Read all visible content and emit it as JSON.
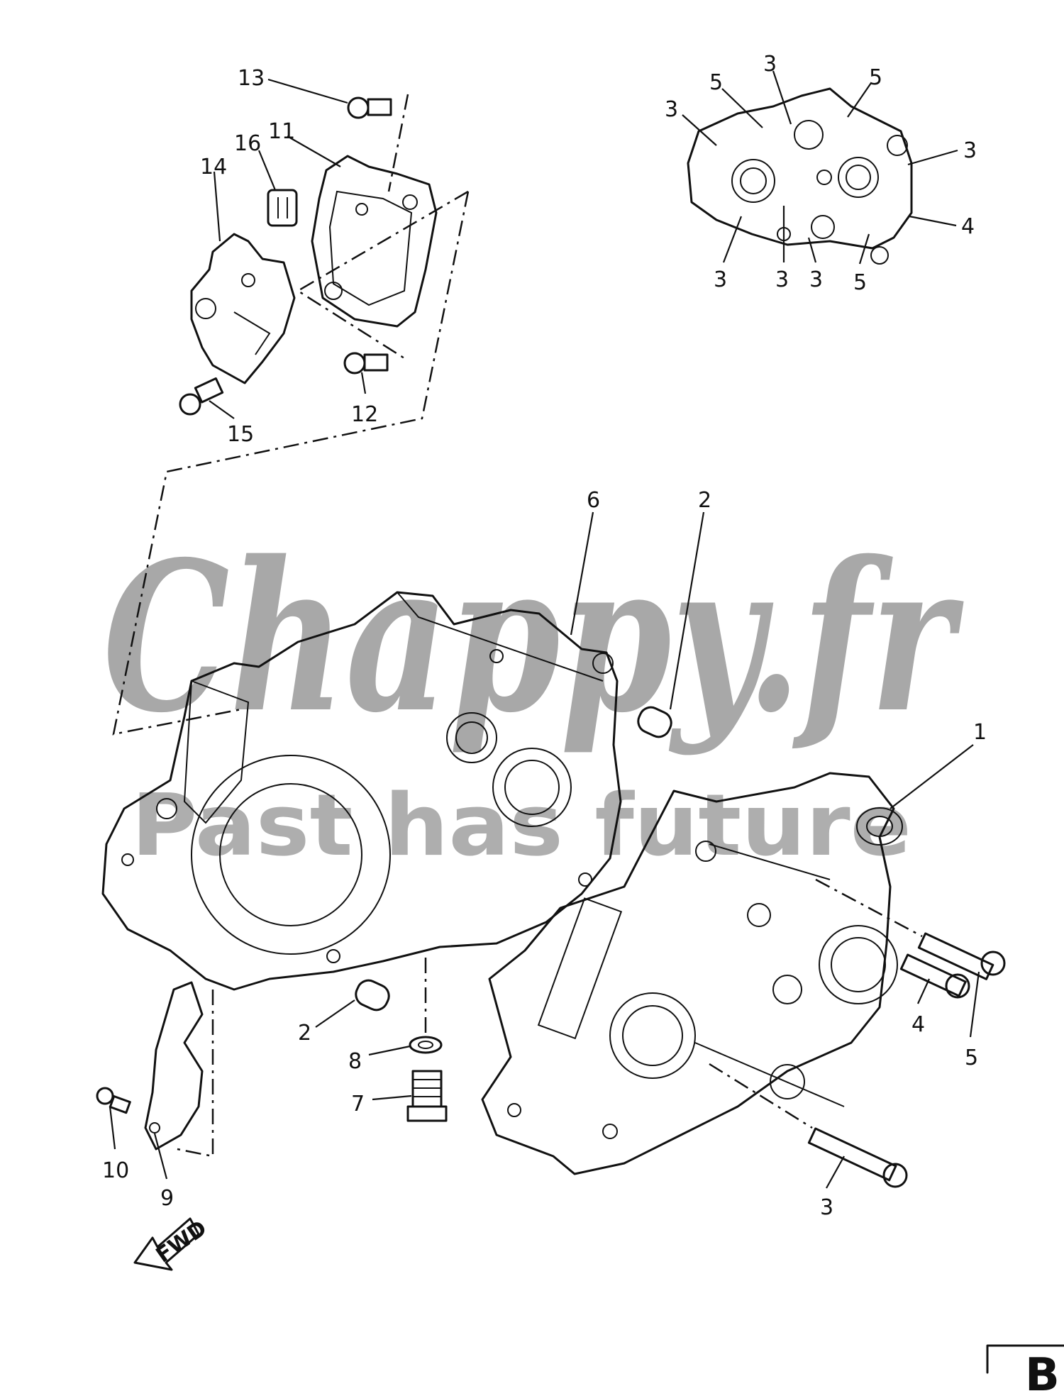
{
  "diagram": {
    "callouts": {
      "c13": "13",
      "c11": "11",
      "c16": "16",
      "c14": "14",
      "c12": "12",
      "c15": "15",
      "i3a": "3",
      "i5a": "5",
      "i5b": "5",
      "i3b": "3",
      "i3c": "3",
      "i4": "4",
      "i3d": "3",
      "i3e": "3",
      "i3f": "3",
      "i5c": "5",
      "c6": "6",
      "c2a": "2",
      "c1": "1",
      "c2b": "2",
      "c8": "8",
      "c7": "7",
      "c10": "10",
      "c9": "9",
      "c4": "4",
      "c5": "5",
      "c3": "3"
    },
    "fwd_label": "FWD",
    "section_box": "B"
  },
  "watermark": {
    "brand": "Chappy.fr",
    "tagline": "Past has future"
  }
}
